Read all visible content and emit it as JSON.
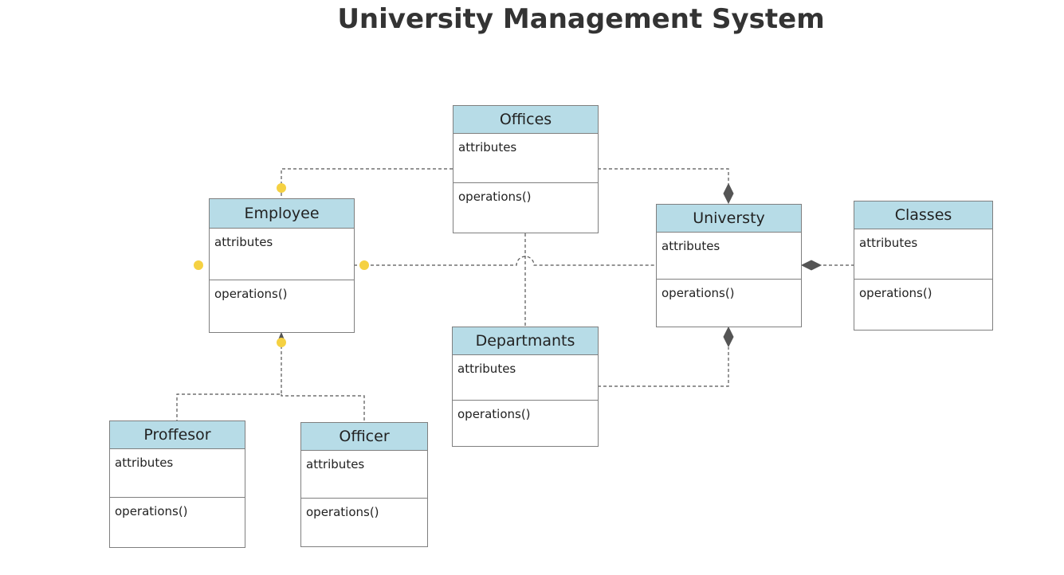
{
  "page": {
    "title": "University Management System"
  },
  "classes": {
    "offices": {
      "name": "Offices",
      "attributes": "attributes",
      "operations": "operations()"
    },
    "employee": {
      "name": "Employee",
      "attributes": "attributes",
      "operations": "operations()"
    },
    "university": {
      "name": "Universty",
      "attributes": "attributes",
      "operations": "operations()"
    },
    "classes": {
      "name": "Classes",
      "attributes": "attributes",
      "operations": "operations()"
    },
    "departments": {
      "name": "Departmants",
      "attributes": "attributes",
      "operations": "operations()"
    },
    "professor": {
      "name": "Proffesor",
      "attributes": "attributes",
      "operations": "operations()"
    },
    "officer": {
      "name": "Officer",
      "attributes": "attributes",
      "operations": "operations()"
    }
  },
  "colors": {
    "header_fill": "#b7dce7",
    "border": "#7f7f7f",
    "connector": "#555555",
    "handle": "#f5d142"
  }
}
